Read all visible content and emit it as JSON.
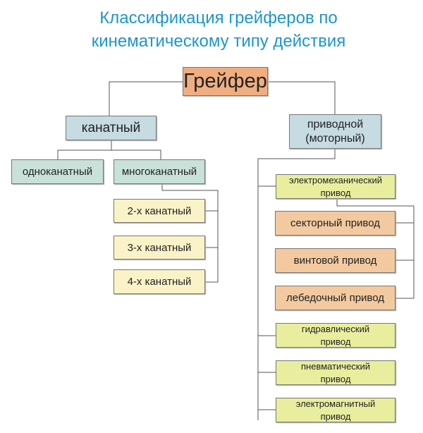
{
  "title": {
    "line1": "Классификация грейферов по",
    "line2": "кинематическому типу действия"
  },
  "root": "Грейфер",
  "rope": {
    "label": "канатный",
    "single": "одноканатный",
    "multi": "многоканатный",
    "children": [
      "2-х канатный",
      "3-х канатный",
      "4-х канатный"
    ]
  },
  "driven": {
    "label1": "приводной",
    "label2": "(моторный)",
    "electromech": {
      "l1": "электромеханический",
      "l2": "привод"
    },
    "electromech_children": [
      "секторный привод",
      "винтовой привод",
      "лебедочный привод"
    ],
    "hydraulic": {
      "l1": "гидравлический",
      "l2": "привод"
    },
    "pneumatic": {
      "l1": "пневматический",
      "l2": "привод"
    },
    "electromagnetic": {
      "l1": "электромагнитный",
      "l2": "привод"
    }
  }
}
